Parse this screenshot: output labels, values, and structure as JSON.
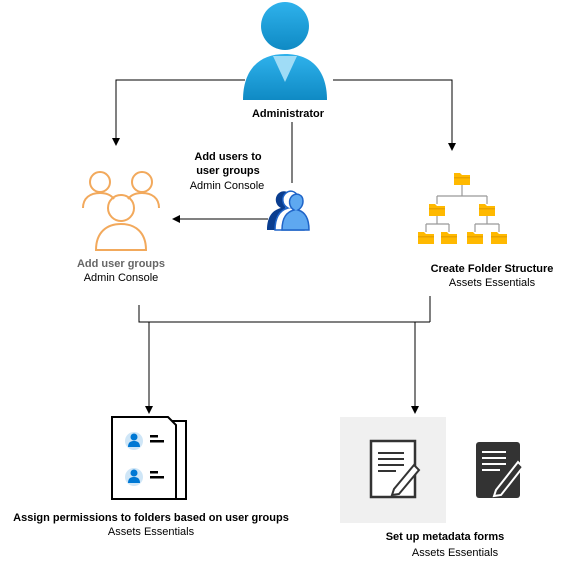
{
  "nodes": {
    "administrator": {
      "title": "Administrator"
    },
    "add_users": {
      "title": "Add users to",
      "title_line2": "user groups",
      "subtitle": "Admin Console"
    },
    "add_user_groups": {
      "title": "Add user groups",
      "subtitle": "Admin Console"
    },
    "folder_structure": {
      "title": "Create Folder Structure",
      "subtitle": "Assets Essentials"
    },
    "assign_permissions": {
      "title": "Assign permissions to folders based on user groups",
      "subtitle": "Assets Essentials"
    },
    "metadata_forms": {
      "title": "Set up metadata forms",
      "subtitle": "Assets Essentials"
    }
  },
  "icons": {
    "administrator": "user-avatar-icon",
    "add_users": "user-group-icon",
    "add_user_groups": "people-outline-icon",
    "folder_structure": "folder-tree-icon",
    "assign_permissions": "user-documents-icon",
    "metadata_forms": "edit-document-icon"
  },
  "colors": {
    "admin_blue": "#1ba1e2",
    "orange": "#f2a95c",
    "folder": "#ffb900",
    "doc_dark": "#333333",
    "person_blue": "#0078d4",
    "light_panel": "#f0f0f0"
  }
}
